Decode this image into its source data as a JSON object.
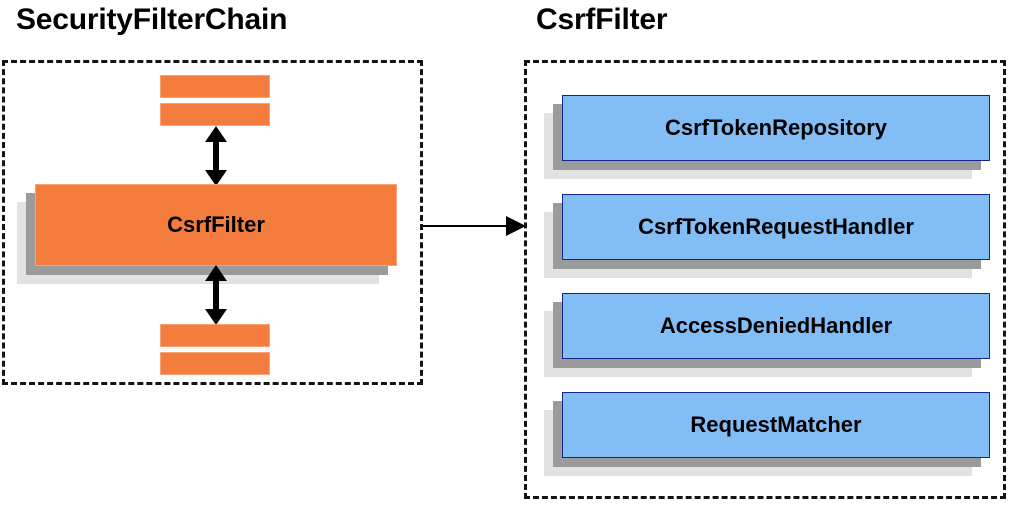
{
  "diagram": {
    "title_left": "SecurityFilterChain",
    "title_right": "CsrfFilter",
    "colors": {
      "orange_fill": "#f47c3c",
      "orange_border": "#f9a277",
      "blue_fill": "#83bdf6",
      "blue_border": "#15258c",
      "shadow_dark": "#9b9b9b",
      "shadow_light": "#e2e2e2",
      "dashed_border": "#141414",
      "text": "#000000",
      "background": "#ffffff"
    }
  },
  "left_panel": {
    "title": "SecurityFilterChain",
    "filter_card": {
      "label": "CsrfFilter"
    },
    "top_bars": [
      {
        "label": ""
      },
      {
        "label": ""
      }
    ],
    "bottom_bars": [
      {
        "label": ""
      },
      {
        "label": ""
      }
    ],
    "arrows": {
      "top": "double-headed-vertical-arrow",
      "bottom": "double-headed-vertical-arrow"
    }
  },
  "connector": {
    "type": "right-arrow",
    "from": "SecurityFilterChain",
    "to": "CsrfFilter"
  },
  "right_panel": {
    "title": "CsrfFilter",
    "components": [
      {
        "label": "CsrfTokenRepository"
      },
      {
        "label": "CsrfTokenRequestHandler"
      },
      {
        "label": "AccessDeniedHandler"
      },
      {
        "label": "RequestMatcher"
      }
    ]
  }
}
